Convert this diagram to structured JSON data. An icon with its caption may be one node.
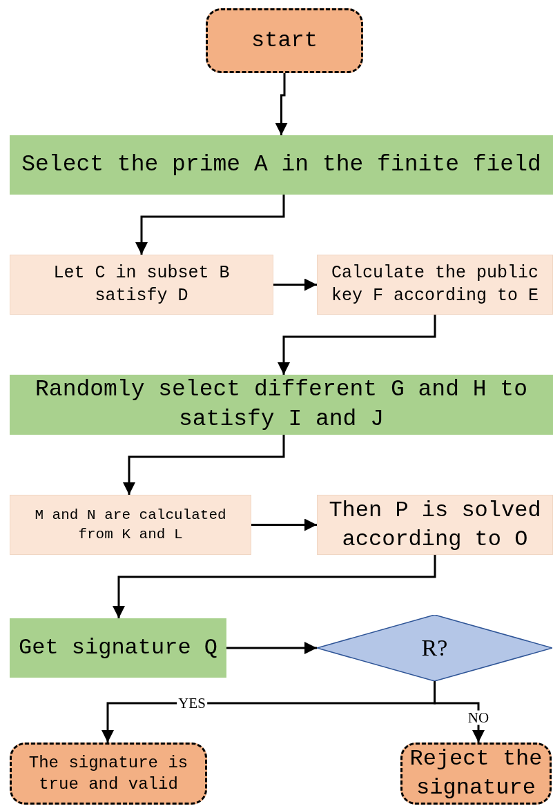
{
  "diagram": {
    "nodes": [
      {
        "text": [
          "start"
        ]
      },
      {
        "text": [
          "Select the prime A in the finite field"
        ]
      },
      {
        "text": [
          "Let C in subset B satisfy D"
        ]
      },
      {
        "text": [
          "Calculate the public key F according to E"
        ]
      },
      {
        "text": [
          "Randomly select different G and H to satisfy I and J"
        ]
      },
      {
        "text": [
          "M and N are calculated from K and L"
        ]
      },
      {
        "text": [
          "Then P is solved according to O"
        ]
      },
      {
        "text": [
          "Get signature Q"
        ]
      },
      {
        "text": [
          "R?"
        ]
      },
      {
        "text": [
          "The signature is true and valid"
        ]
      },
      {
        "text": [
          "Reject the signature"
        ]
      }
    ],
    "edges": [
      {
        "from": 0,
        "to": 1,
        "arrow": "to"
      },
      {
        "from": 1,
        "to": 2,
        "arrow": "to"
      },
      {
        "from": 2,
        "to": 3,
        "arrow": "to"
      },
      {
        "from": 3,
        "to": 4,
        "arrow": "to"
      },
      {
        "from": 4,
        "to": 5,
        "arrow": "to"
      },
      {
        "from": 5,
        "to": 6,
        "arrow": "to"
      },
      {
        "from": 6,
        "to": 7,
        "arrow": "to"
      },
      {
        "from": 7,
        "to": 8,
        "arrow": "to"
      },
      {
        "from": 8,
        "to": 9,
        "label": "YES",
        "arrow": "to"
      },
      {
        "from": 8,
        "to": 10,
        "label": "NO",
        "arrow": "to"
      }
    ]
  }
}
